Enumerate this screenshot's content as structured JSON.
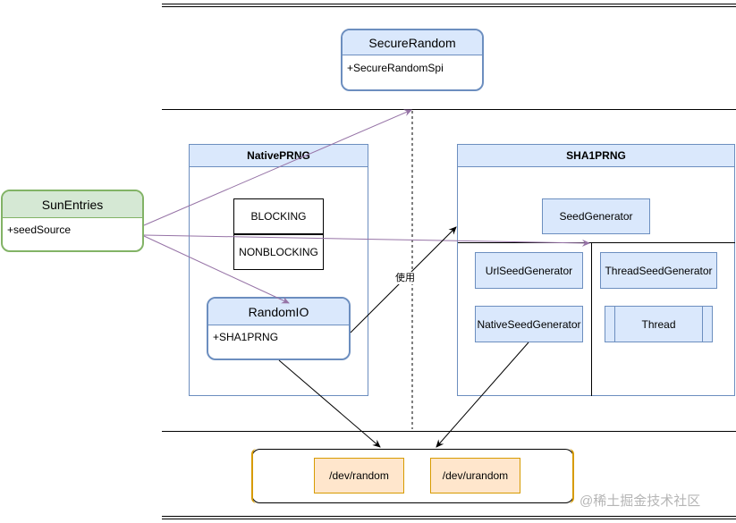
{
  "secure_random": {
    "name": "SecureRandom",
    "attribute": "+SecureRandomSpi"
  },
  "sun_entries": {
    "name": "SunEntries",
    "attribute": "+seedSource"
  },
  "native_prng": {
    "title": "NativePRNG",
    "blocking": "BLOCKING",
    "nonblocking": "NONBLOCKING",
    "random_io": {
      "name": "RandomIO",
      "attribute": "+SHA1PRNG"
    }
  },
  "sha1prng": {
    "title": "SHA1PRNG",
    "seed_generator": "SeedGenerator",
    "url_seed_generator": "UrlSeedGenerator",
    "native_seed_generator": "NativeSeedGenerator",
    "thread_seed_generator": "ThreadSeedGenerator",
    "thread": "Thread"
  },
  "edge_label_use": "使用",
  "devices": {
    "random": "/dev/random",
    "urandom": "/dev/urandom"
  },
  "watermark": "@稀土掘金技术社区",
  "colors": {
    "blue_fill": "#dae8fc",
    "blue_stroke": "#6c8ebf",
    "green_fill": "#d5e8d4",
    "green_stroke": "#82b366",
    "orange_fill": "#ffe6cc",
    "orange_stroke": "#d79b00",
    "purple_arrow": "#9673a6"
  }
}
